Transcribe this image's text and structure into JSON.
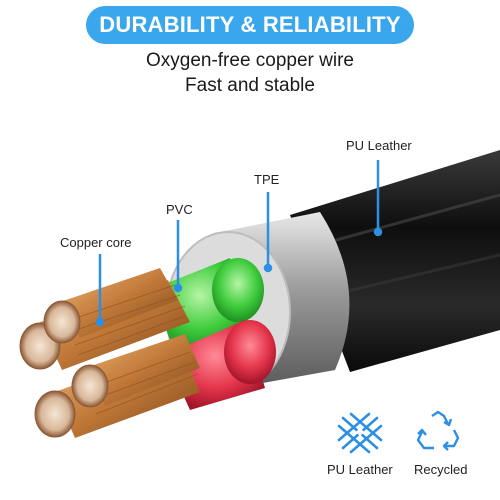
{
  "header": {
    "banner": "DURABILITY & RELIABILITY",
    "line1": "Oxygen-free copper wire",
    "line2": "Fast and stable"
  },
  "labels": {
    "pu_leather": "PU Leather",
    "tpe": "TPE",
    "pvc": "PVC",
    "copper_core": "Copper core"
  },
  "features": [
    {
      "label": "PU Leather",
      "icon": "woven-fabric-icon"
    },
    {
      "label": "Recycled",
      "icon": "recycle-icon"
    }
  ],
  "colors": {
    "accent": "#3aa6ee",
    "pointer": "#2d8fe3",
    "jacket": "#1b1b1b",
    "copper": "#c8844a",
    "green_insulation": "#37c23f",
    "red_insulation": "#e4344a"
  }
}
